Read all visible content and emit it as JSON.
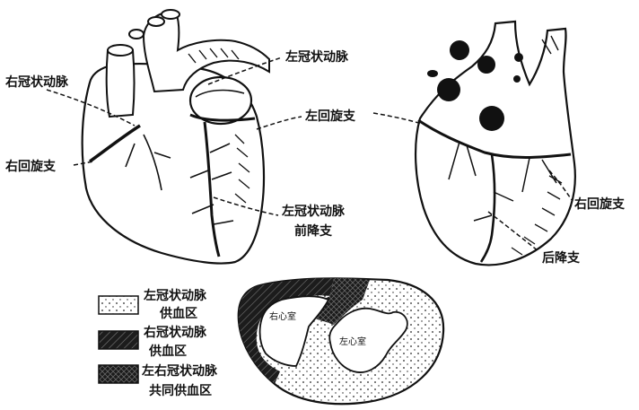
{
  "labels": {
    "left_coronary_artery_top": "左冠状动脉",
    "right_coronary_artery": "右冠状动脉",
    "left_circumflex": "左回旋支",
    "right_circumflex_front": "右回旋支",
    "lad_line1": "左冠状动脉",
    "lad_line2": "前降支",
    "right_circumflex_back": "右回旋支",
    "posterior_descending": "后降支",
    "right_ventricle": "右心室",
    "left_ventricle": "左心室"
  },
  "legend": [
    {
      "pattern": "dotted",
      "line1": "左冠状动脉",
      "line2": "供血区"
    },
    {
      "pattern": "dark-hatched",
      "line1": "右冠状动脉",
      "line2": "供血区"
    },
    {
      "pattern": "crosshatched",
      "line1": "左右冠状动脉",
      "line2": "共同供血区"
    }
  ],
  "colors": {
    "ink": "#111111",
    "paper": "#ffffff",
    "dark_fill": "#2a2a2a"
  }
}
